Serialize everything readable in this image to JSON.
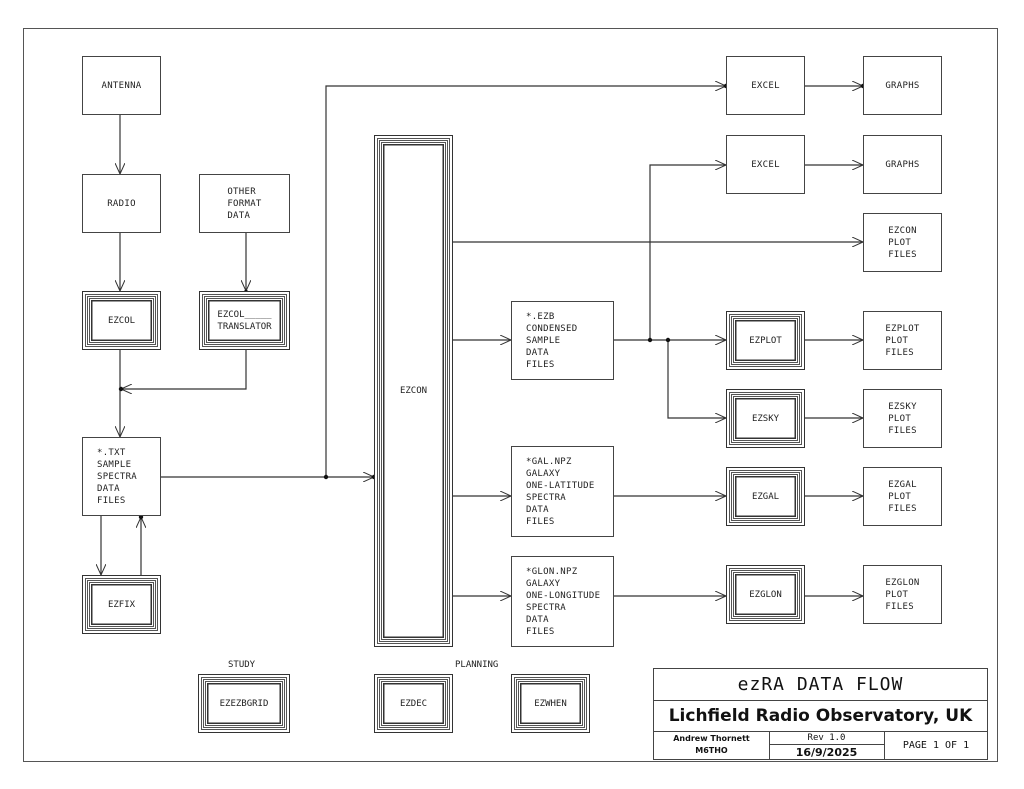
{
  "diagram": {
    "boxes": {
      "antenna": "ANTENNA",
      "radio": "RADIO",
      "other_format": "OTHER\nFORMAT\nDATA",
      "txt_files": "*.TXT\nSAMPLE\nSPECTRA\nDATA\nFILES",
      "ezb_files": "*.EZB\nCONDENSED\nSAMPLE\nDATA\nFILES",
      "gal_files": "*GAL.NPZ\nGALAXY\nONE-LATITUDE\nSPECTRA\nDATA\nFILES",
      "glon_files": "*GLON.NPZ\nGALAXY\nONE-LONGITUDE\nSPECTRA\nDATA\nFILES",
      "excel_1": "EXCEL",
      "excel_2": "EXCEL",
      "graphs_1": "GRAPHS",
      "graphs_2": "GRAPHS",
      "ezcon_plot": "EZCON\nPLOT\nFILES",
      "ezplot_plot": "EZPLOT\nPLOT\nFILES",
      "ezsky_plot": "EZSKY\nPLOT\nFILES",
      "ezgal_plot": "EZGAL\nPLOT\nFILES",
      "ezglon_plot": "EZGLON\nPLOT\nFILES"
    },
    "programs": {
      "ezcol": "EZCOL",
      "ezcol_translator": "EZCOL_____\nTRANSLATOR",
      "ezfix": "EZFIX",
      "ezcon": "EZCON",
      "ezplot": "EZPLOT",
      "ezsky": "EZSKY",
      "ezgal": "EZGAL",
      "ezglon": "EZGLON",
      "ezezbgrid": "EZEZBGRID",
      "ezdec": "EZDEC",
      "ezwhen": "EZWHEN"
    },
    "labels": {
      "study": "STUDY",
      "planning": "PLANNING"
    }
  },
  "title_block": {
    "title": "ezRA DATA FLOW",
    "organization": "Lichfield Radio Observatory, UK",
    "author": "Andrew Thornett",
    "callsign": "M6THO",
    "revision": "Rev 1.0",
    "date": "16/9/2025",
    "page": "PAGE 1 OF 1"
  },
  "colors": {
    "line": "#333333",
    "background": "#ffffff"
  }
}
